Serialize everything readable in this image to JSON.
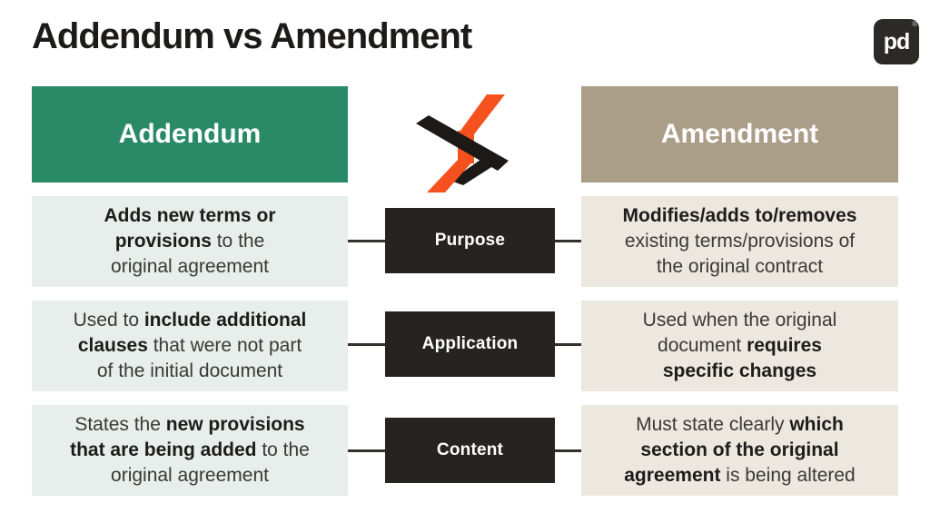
{
  "title": "Addendum vs Amendment",
  "brand": {
    "monogram": "pd",
    "registered_mark": "®"
  },
  "colors": {
    "left_header_bg": "#2A8A68",
    "right_header_bg": "#AB9E88",
    "left_row_bg": "#E8EEEB",
    "right_row_bg": "#ECE7DF",
    "label_box_bg": "#272320",
    "brand_badge_bg": "#2C2A27",
    "vs_orange": "#F4511E",
    "vs_black": "#1D1916",
    "connector": "#33302C"
  },
  "left_column": {
    "header": "Addendum",
    "rows": [
      [
        {
          "text": "Adds new terms or\nprovisions",
          "bold": true
        },
        {
          "text": " to the\noriginal agreement",
          "bold": false
        }
      ],
      [
        {
          "text": "Used to ",
          "bold": false
        },
        {
          "text": "include additional\nclauses",
          "bold": true
        },
        {
          "text": " that were not part\nof the initial document",
          "bold": false
        }
      ],
      [
        {
          "text": "States the ",
          "bold": false
        },
        {
          "text": "new provisions\nthat are being added",
          "bold": true
        },
        {
          "text": " to the\noriginal agreement",
          "bold": false
        }
      ]
    ]
  },
  "center_labels": [
    "Purpose",
    "Application",
    "Content"
  ],
  "right_column": {
    "header": "Amendment",
    "rows": [
      [
        {
          "text": "Modifies/adds to/removes",
          "bold": true
        },
        {
          "text": "\nexisting terms/provisions of\nthe original contract",
          "bold": false
        }
      ],
      [
        {
          "text": "Used when the original\ndocument ",
          "bold": false
        },
        {
          "text": "requires\nspecific changes",
          "bold": true
        }
      ],
      [
        {
          "text": "Must state clearly ",
          "bold": false
        },
        {
          "text": "which\nsection of the original\nagreement",
          "bold": true
        },
        {
          "text": " is being altered",
          "bold": false
        }
      ]
    ]
  }
}
